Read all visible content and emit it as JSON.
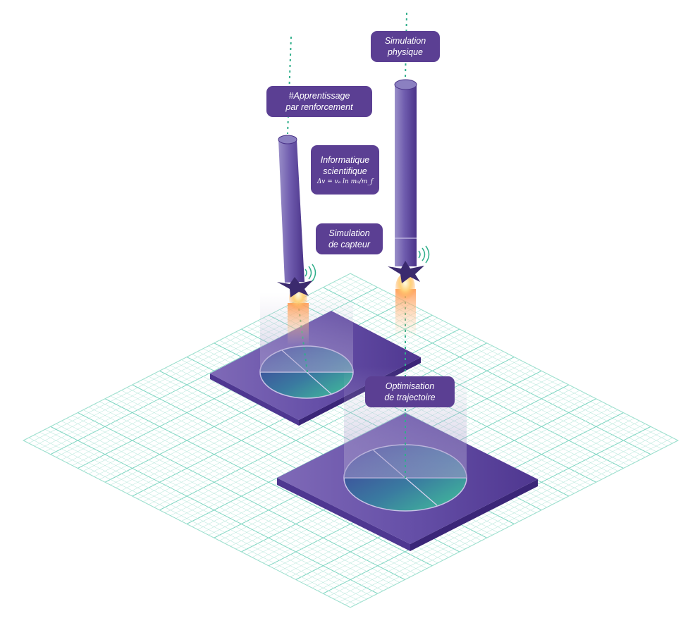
{
  "labels": {
    "rl": {
      "line1": "#Apprentissage",
      "line2": "par renforcement"
    },
    "physics": {
      "line1": "Simulation",
      "line2": "physique"
    },
    "scientific": {
      "line1": "Informatique",
      "line2": "scientifique",
      "formula": "Δv = vₑ ln m₀/m_f"
    },
    "sensor": {
      "line1": "Simulation",
      "line2": "de capteur"
    },
    "trajectory": {
      "line1": "Optimisation",
      "line2": "de trajectoire"
    }
  },
  "icons": {
    "signal": "wifi-signal-icon",
    "star": "rocket-fin-star-icon"
  },
  "colors": {
    "purple": "#5b3f93",
    "grid": "#7fd6c2",
    "dotted": "#2fae8a",
    "pad_top": "#6a54a6",
    "flame": "#ffb347"
  }
}
